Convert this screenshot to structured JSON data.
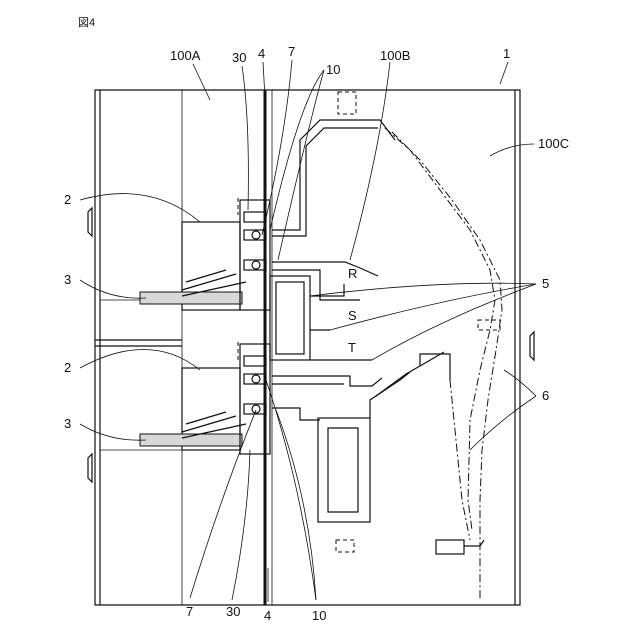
{
  "figure_label": "図4",
  "labels": {
    "l100A": "100A",
    "l30_top": "30",
    "l4_top": "4",
    "l7_top": "7",
    "l10_top": "10",
    "l100B": "100B",
    "l1": "1",
    "l100C": "100C",
    "l2_upper": "2",
    "l3_upper": "3",
    "lR": "R",
    "l5": "5",
    "lS": "S",
    "l2_lower": "2",
    "lT": "T",
    "l6": "6",
    "l3_lower": "3",
    "l7_bottom": "7",
    "l30_bottom": "30",
    "l4_bottom": "4",
    "l10_bottom": "10"
  }
}
